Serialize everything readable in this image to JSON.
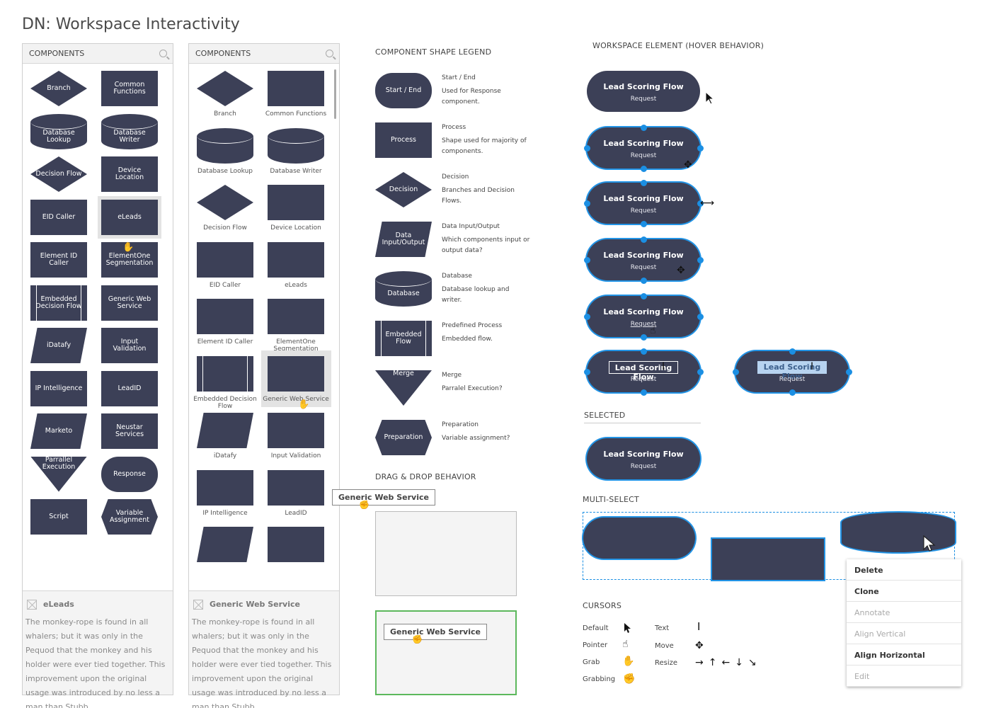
{
  "page_title": "DN: Workspace Interactivity",
  "panel1": {
    "header": "COMPONENTS",
    "items": [
      "Branch",
      "Common Functions",
      "Database Lookup",
      "Database Writer",
      "Decision Flow",
      "Device Location",
      "EID Caller",
      "eLeads",
      "Element ID Caller",
      "ElementOne Segmentation",
      "Embedded Decision Flow",
      "Generic Web Service",
      "iDatafy",
      "Input Validation",
      "IP Intelligence",
      "LeadID",
      "Marketo",
      "Neustar Services",
      "Parrallel Execution",
      "Response",
      "Script",
      "Variable Assignment"
    ],
    "desc_title": "eLeads",
    "desc_text": "The monkey-rope is found in all whalers; but it was only in the Pequod that the monkey and his holder were ever tied together. This improvement upon the original usage was introduced by no less a man than Stubb."
  },
  "panel2": {
    "header": "COMPONENTS",
    "items": [
      "Branch",
      "Common Functions",
      "Database Lookup",
      "Database Writer",
      "Decision Flow",
      "Device Location",
      "EID Caller",
      "eLeads",
      "Element ID Caller",
      "ElementOne Segmentation",
      "Embedded Decision Flow",
      "Generic Web Service",
      "iDatafy",
      "Input Validation",
      "IP Intelligence",
      "LeadID"
    ],
    "desc_title": "Generic Web Service",
    "desc_text": "The monkey-rope is found in all whalers; but it was only in the Pequod that the monkey and his holder were ever tied together. This improvement upon the original usage was introduced by no less a man than Stubb."
  },
  "legend": {
    "title": "COMPONENT SHAPE LEGEND",
    "rows": [
      {
        "shape": "Start / End",
        "name": "Start / End",
        "desc": "Used for Response component."
      },
      {
        "shape": "Process",
        "name": "Process",
        "desc": "Shape used for majority of components."
      },
      {
        "shape": "Decision",
        "name": "Decision",
        "desc": "Branches and Decision Flows."
      },
      {
        "shape": "Data Input/Output",
        "name": "Data Input/Output",
        "desc": "Which components input or output data?"
      },
      {
        "shape": "Database",
        "name": "Database",
        "desc": "Database lookup and writer."
      },
      {
        "shape": "Embedded Flow",
        "name": "Predefined Process",
        "desc": "Embedded flow."
      },
      {
        "shape": "Merge",
        "name": "Merge",
        "desc": "Parralel Execution?"
      },
      {
        "shape": "Preparation",
        "name": "Preparation",
        "desc": "Variable assignment?"
      }
    ]
  },
  "drag": {
    "title": "DRAG & DROP BEHAVIOR",
    "tag": "Generic Web Service"
  },
  "workspace": {
    "title": "WORKSPACE ELEMENT (HOVER BEHAVIOR)",
    "node_title": "Lead Scoring Flow",
    "node_sub": "Request",
    "selected_title": "SELECTED",
    "multiselect_title": "MULTI-SELECT",
    "accent": "#1b8fe3",
    "node_color": "#3c4057"
  },
  "menu": {
    "items": [
      {
        "label": "Delete",
        "enabled": true
      },
      {
        "label": "Clone",
        "enabled": true
      },
      {
        "label": "Annotate",
        "enabled": false
      },
      {
        "label": "Align Vertical",
        "enabled": false
      },
      {
        "label": "Align Horizontal",
        "enabled": true
      },
      {
        "label": "Edit",
        "enabled": false
      }
    ]
  },
  "cursors": {
    "title": "CURSORS",
    "left": [
      "Default",
      "Pointer",
      "Grab",
      "Grabbing"
    ],
    "right": [
      "Text",
      "Move",
      "Resize"
    ],
    "icons": [
      "arrow-cursor-icon",
      "pointer-hand-icon",
      "grab-hand-icon",
      "grabbing-hand-icon",
      "text-cursor-icon",
      "move-cursor-icon",
      "resize-cursor-icon"
    ]
  }
}
